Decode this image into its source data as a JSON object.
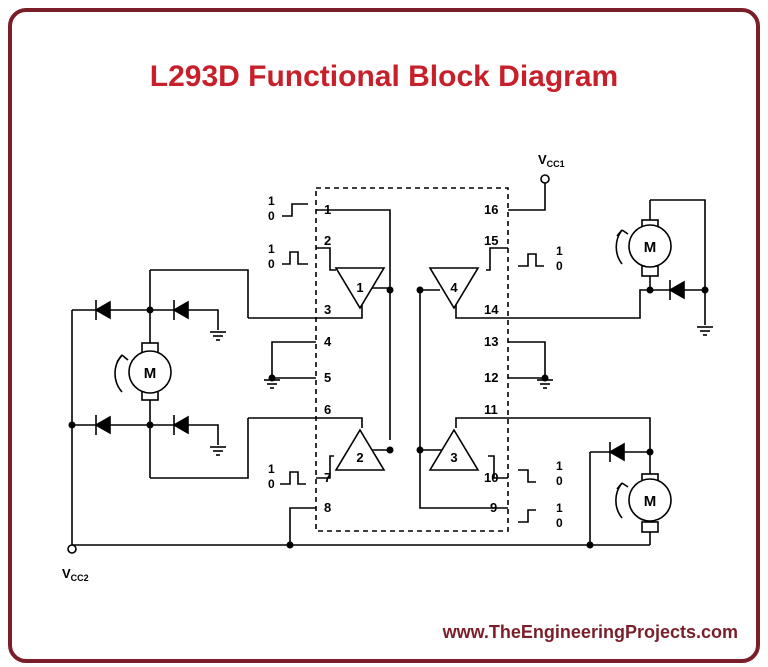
{
  "title": "L293D Functional Block Diagram",
  "footer": "www.TheEngineeringProjects.com",
  "supply": {
    "vcc1": "V",
    "vcc1_sub": "CC1",
    "vcc2": "V",
    "vcc2_sub": "CC2"
  },
  "pins": {
    "p1": "1",
    "p2": "2",
    "p3": "3",
    "p4": "4",
    "p5": "5",
    "p6": "6",
    "p7": "7",
    "p8": "8",
    "p9": "9",
    "p10": "10",
    "p11": "11",
    "p12": "12",
    "p13": "13",
    "p14": "14",
    "p15": "15",
    "p16": "16"
  },
  "drivers": {
    "d1": "1",
    "d2": "2",
    "d3": "3",
    "d4": "4"
  },
  "logic": {
    "high": "1",
    "low": "0"
  },
  "motor_label": "M"
}
